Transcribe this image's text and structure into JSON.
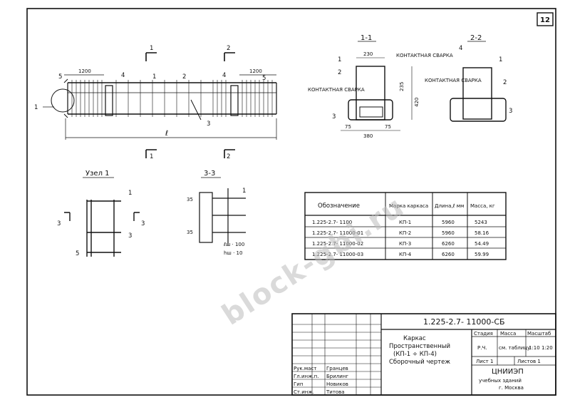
{
  "sheet_number": "12",
  "watermark": "block-gbi.ru",
  "section_marks": {
    "s1": "1",
    "s2": "2"
  },
  "main_view": {
    "dim_left": "1200",
    "dim_right": "1200",
    "length_label": "ℓ",
    "callouts": [
      "1",
      "2",
      "3",
      "4",
      "5"
    ]
  },
  "section_1_1": {
    "title": "1-1",
    "dim_top": "230",
    "dim_side_small": "235",
    "dim_side": "420",
    "dim_bottom": "380",
    "dim_b_left": "75",
    "dim_b_right": "75",
    "label_weld_top": "КОНТАКТНАЯ СВАРКА",
    "label_weld_side": "КОНТАКТНАЯ СВАРКА",
    "callouts": [
      "1",
      "2",
      "3"
    ]
  },
  "section_2_2": {
    "title": "2-2",
    "label_weld": "КОНТАКТНАЯ СВАРКА",
    "callouts": [
      "4",
      "1",
      "2",
      "3"
    ]
  },
  "node_1": {
    "title": "Узел 1",
    "mark_left": "3",
    "mark_right": "3",
    "callouts": [
      "1",
      "3",
      "5"
    ]
  },
  "section_3_3": {
    "title": "3-3",
    "callout_1": "1",
    "dim_a": "35",
    "dim_b": "35",
    "label_lsh": "ℓш · 100",
    "label_hsh": "hш · 10"
  },
  "table": {
    "headers": [
      "Обозначение",
      "Марка каркаса",
      "Длина,ℓ мм",
      "Масса, кг"
    ],
    "rows": [
      [
        "1.225-2.7- 1100",
        "КП-1",
        "5960",
        "5243"
      ],
      [
        "1.225-2.7- 11000-01",
        "КП-2",
        "5960",
        "58.16"
      ],
      [
        "1.225-2.7- 11000-02",
        "КП-3",
        "6260",
        "54.49"
      ],
      [
        "1.225-2.7- 11000-03",
        "КП-4",
        "6260",
        "59.99"
      ]
    ]
  },
  "title_block": {
    "code": "1.225-2.7- 11000-СБ",
    "name_lines": [
      "Каркас",
      "Пространственный",
      "(КП-1 ÷ КП-4)",
      "Сборочный чертеж"
    ],
    "stage_hdr": "Стадия",
    "mass_hdr": "Масса",
    "scale_hdr": "Масштаб",
    "stage": "Р.Ч.",
    "mass": "см. таблицу",
    "scale": "1:10 1:20",
    "sheet_lbl": "Лист 1",
    "sheets_lbl": "Листов 1",
    "org": [
      "ЦНИИЭП",
      "учебных зданий",
      "г. Москва"
    ],
    "roles": [
      "Рук.маст",
      "Гл.инж.п.",
      "Гип",
      "Ст.инж."
    ],
    "names": [
      "Гранцев",
      "Брилинг",
      "Новиков",
      "Титова"
    ]
  }
}
